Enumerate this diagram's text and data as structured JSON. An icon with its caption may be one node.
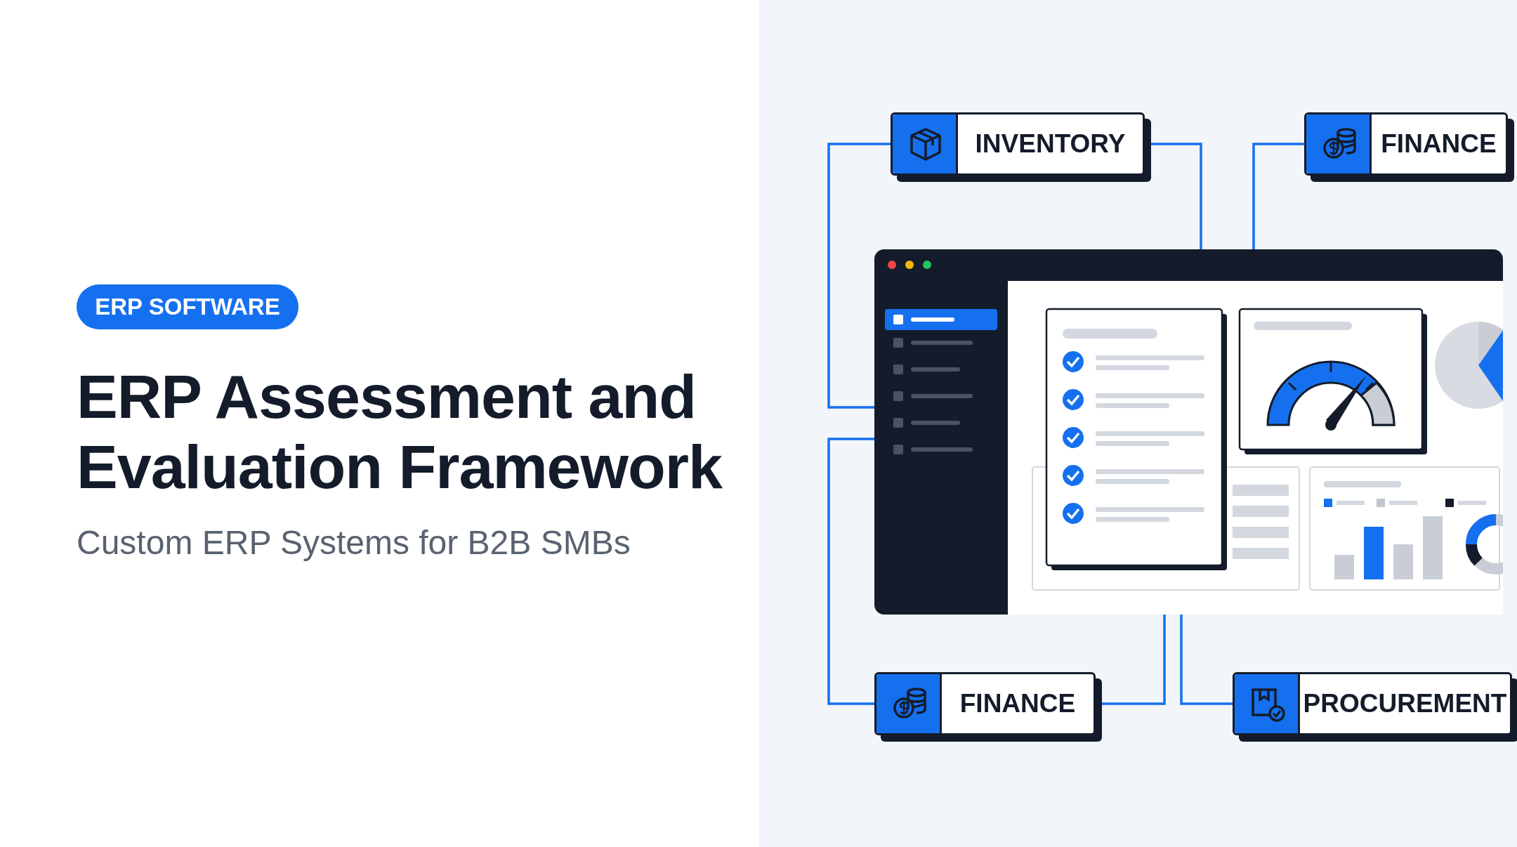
{
  "diagram": {
    "title": "ERP Assessment and Evaluation Framework",
    "nodes": [
      {
        "text": [
          "ERP SOFTWARE"
        ]
      },
      {
        "text": [
          "INVENTORY"
        ]
      },
      {
        "text": [
          "FINANCE"
        ]
      },
      {
        "text": [],
        "shape": "picture"
      },
      {
        "text": [
          "FINANCE"
        ]
      },
      {
        "text": [
          "PROCUREMENT"
        ]
      }
    ],
    "edges": [
      {
        "from": 1,
        "to": 3,
        "arrow": "none"
      },
      {
        "from": 1,
        "to": 3,
        "arrow": "none"
      },
      {
        "from": 2,
        "to": 3,
        "arrow": "none"
      },
      {
        "from": 4,
        "to": 3,
        "arrow": "none"
      },
      {
        "from": 4,
        "to": 3,
        "arrow": "none"
      },
      {
        "from": 5,
        "to": 3,
        "arrow": "none"
      }
    ],
    "labels": [
      "Custom ERP Systems for B2B SMBs"
    ]
  }
}
